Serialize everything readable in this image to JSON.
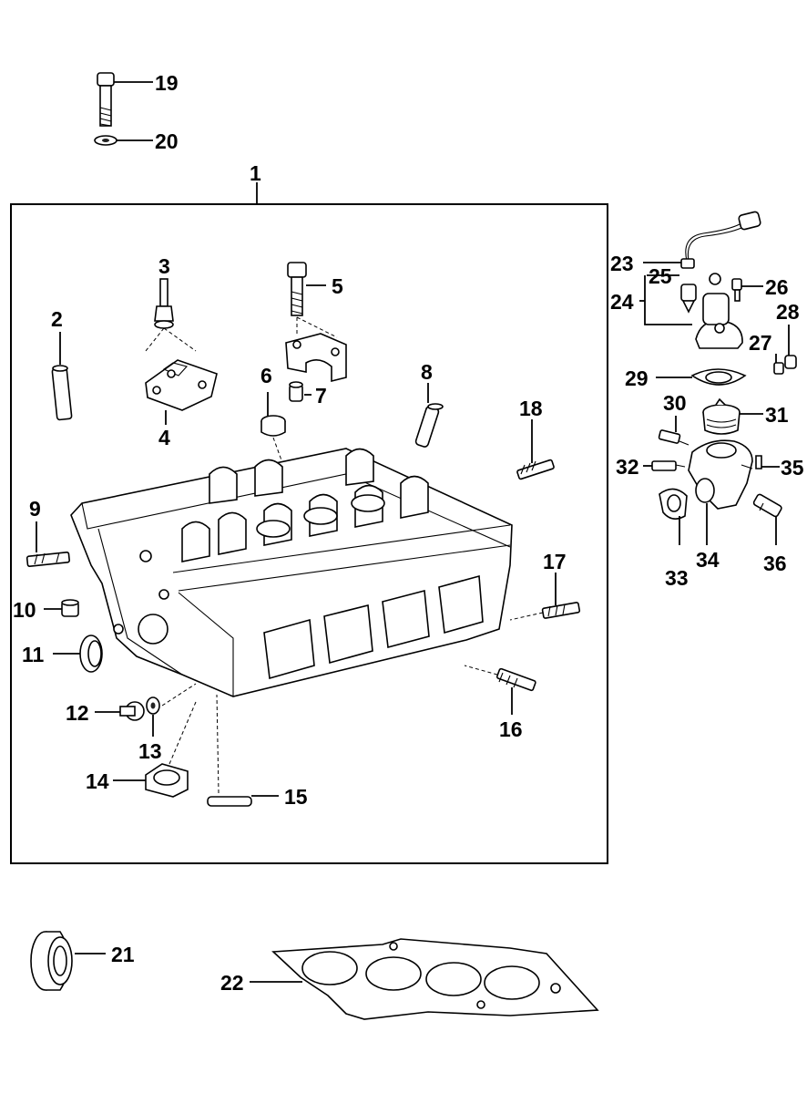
{
  "callouts": [
    {
      "id": "1",
      "text": "1"
    },
    {
      "id": "2",
      "text": "2"
    },
    {
      "id": "3",
      "text": "3"
    },
    {
      "id": "4",
      "text": "4"
    },
    {
      "id": "5",
      "text": "5"
    },
    {
      "id": "6",
      "text": "6"
    },
    {
      "id": "7",
      "text": "7"
    },
    {
      "id": "8",
      "text": "8"
    },
    {
      "id": "9",
      "text": "9"
    },
    {
      "id": "10",
      "text": "10"
    },
    {
      "id": "11",
      "text": "11"
    },
    {
      "id": "12",
      "text": "12"
    },
    {
      "id": "13",
      "text": "13"
    },
    {
      "id": "14",
      "text": "14"
    },
    {
      "id": "15",
      "text": "15"
    },
    {
      "id": "16",
      "text": "16"
    },
    {
      "id": "17",
      "text": "17"
    },
    {
      "id": "18",
      "text": "18"
    },
    {
      "id": "19",
      "text": "19"
    },
    {
      "id": "20",
      "text": "20"
    },
    {
      "id": "21",
      "text": "21"
    },
    {
      "id": "22",
      "text": "22"
    },
    {
      "id": "23",
      "text": "23"
    },
    {
      "id": "24",
      "text": "24"
    },
    {
      "id": "25",
      "text": "25"
    },
    {
      "id": "26",
      "text": "26"
    },
    {
      "id": "27",
      "text": "27"
    },
    {
      "id": "28",
      "text": "28"
    },
    {
      "id": "29",
      "text": "29"
    },
    {
      "id": "30",
      "text": "30"
    },
    {
      "id": "31",
      "text": "31"
    },
    {
      "id": "32",
      "text": "32"
    },
    {
      "id": "33",
      "text": "33"
    },
    {
      "id": "34",
      "text": "34"
    },
    {
      "id": "35",
      "text": "35"
    },
    {
      "id": "36",
      "text": "36"
    }
  ]
}
